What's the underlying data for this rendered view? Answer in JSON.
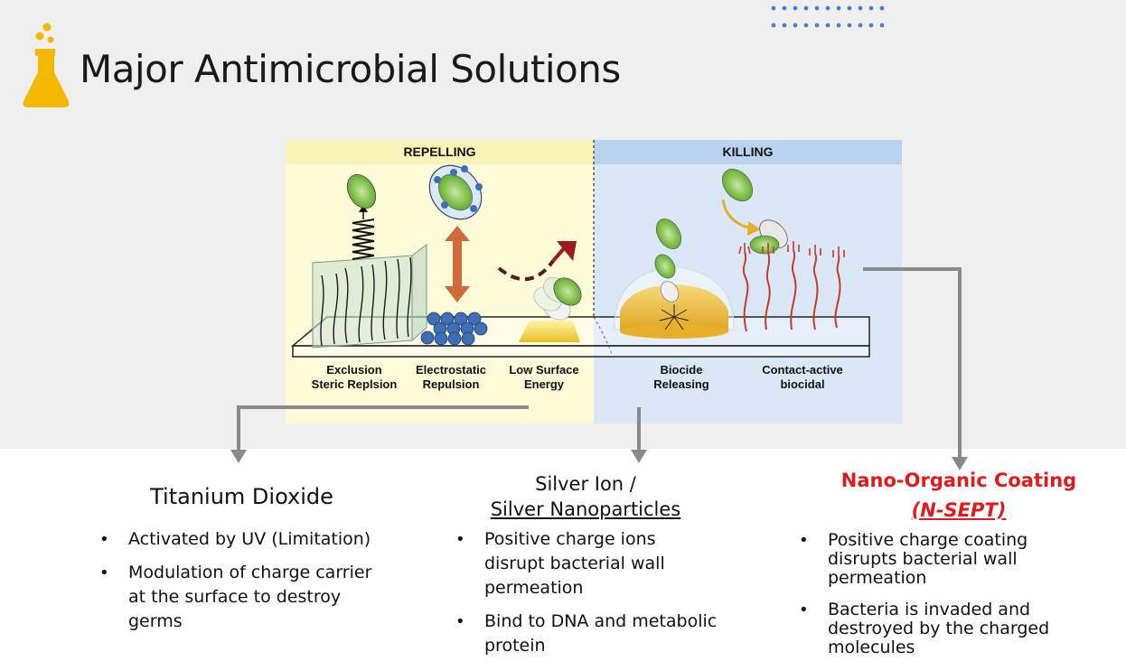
{
  "slide": {
    "title": "Major Antimicrobial Solutions"
  },
  "diagram": {
    "panels": {
      "repelling": "REPELLING",
      "killing": "KILLING"
    },
    "mechanisms": [
      {
        "line1": "Exclusion",
        "line2": "Steric Replsion"
      },
      {
        "line1": "Electrostatic",
        "line2": "Repulsion"
      },
      {
        "line1": "Low Surface",
        "line2": "Energy"
      },
      {
        "line1": "Biocide",
        "line2": "Releasing"
      },
      {
        "line1": "Contact-active",
        "line2": "biocidal"
      }
    ],
    "colors": {
      "repelling_bg": "#fdfbd8",
      "repelling_header": "#f8f4b8",
      "killing_bg": "#d9e7f6",
      "killing_header": "#b9d3ef",
      "bacteria": "#7fbf4a",
      "arrow_orange": "#d06a3a",
      "dark_red": "#9b1c1c",
      "red_polymer": "#c83a2a",
      "blue_charge": "#3e6fb5",
      "gold": "#e8b830"
    }
  },
  "solutions": {
    "titanium": {
      "title": "Titanium Dioxide",
      "bullets": [
        "Activated by UV (Limitation)",
        "Modulation of charge carrier at the surface to destroy germs"
      ]
    },
    "silver": {
      "title_line1": "Silver Ion /",
      "title_line2": "Silver Nanoparticles",
      "bullets": [
        "Positive charge ions disrupt bacterial wall permeation",
        "Bind to DNA and metabolic protein"
      ]
    },
    "nano": {
      "title_line1": "Nano-Organic Coating",
      "title_line2": "(N-SEPT)",
      "title_color": "#e01b1b",
      "bullets": [
        "Positive charge coating disrupts bacterial wall permeation",
        "Bacteria is invaded and destroyed by the charged molecules"
      ]
    }
  },
  "icons": {
    "logo": "flask-icon",
    "decoration": "dot-grid-icon"
  }
}
